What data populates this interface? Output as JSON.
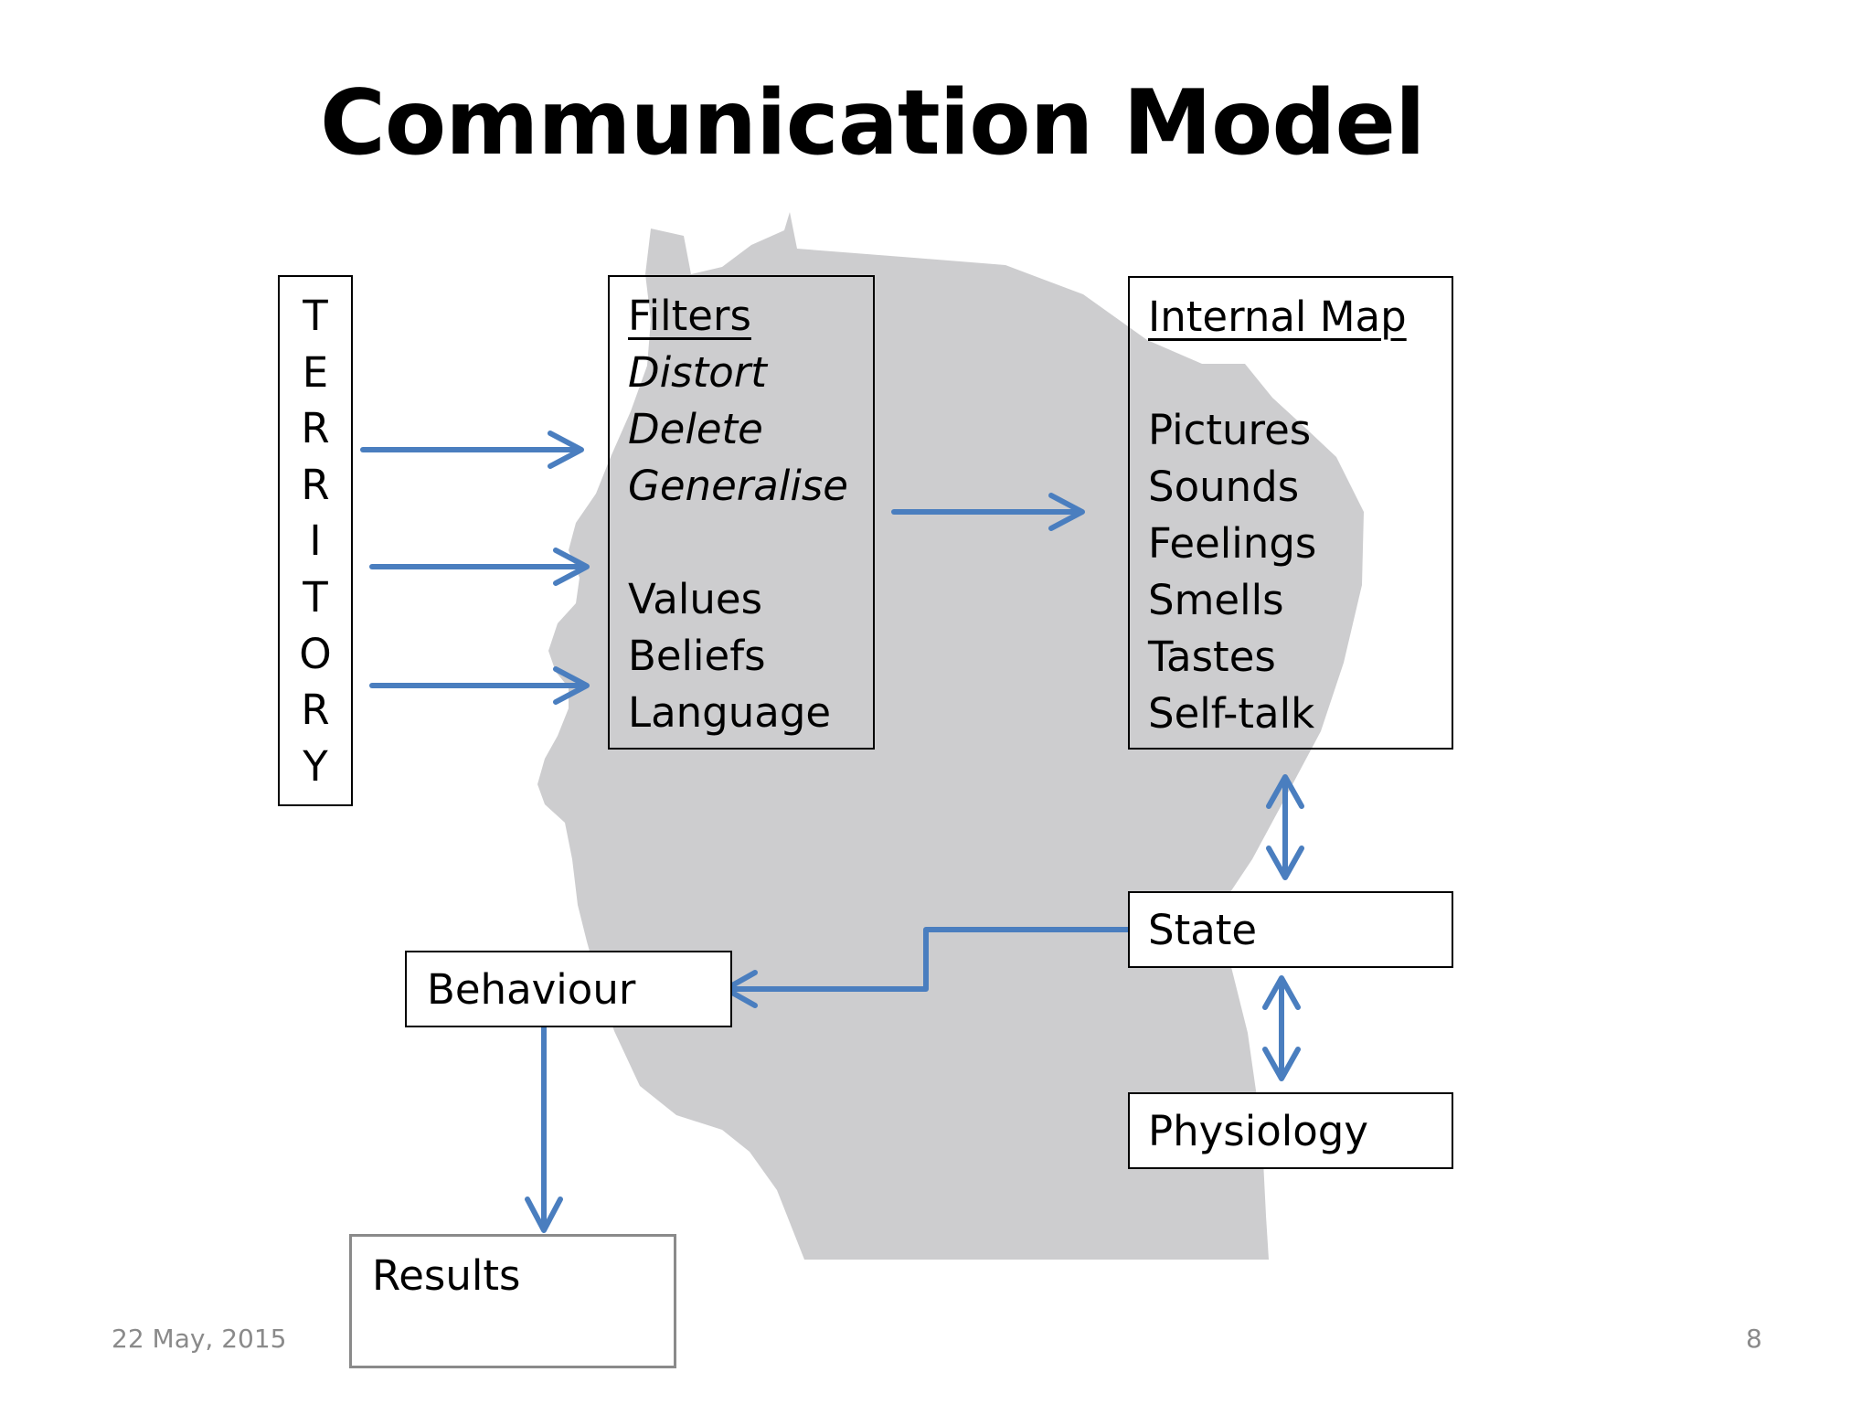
{
  "slide": {
    "title": "Communication Model",
    "date": "22 May, 2015",
    "page_number": "8"
  },
  "territory": {
    "letters": [
      "T",
      "E",
      "R",
      "R",
      "I",
      "T",
      "O",
      "R",
      "Y"
    ]
  },
  "filters": {
    "heading": "Filters",
    "processes": [
      "Distort",
      "Delete",
      "Generalise"
    ],
    "items": [
      "Values",
      "Beliefs",
      "Language"
    ]
  },
  "internal_map": {
    "heading": "Internal Map",
    "items": [
      "Pictures",
      "Sounds",
      "Feelings",
      "Smells",
      "Tastes",
      "Self-talk"
    ]
  },
  "state": {
    "label": "State"
  },
  "physiology": {
    "label": "Physiology"
  },
  "behaviour": {
    "label": "Behaviour"
  },
  "results": {
    "label": "Results"
  },
  "colors": {
    "arrow": "#4a7ebf",
    "silhouette": "#cdcdcf",
    "footer_text": "#8a8a8a"
  },
  "icons": {
    "background": "head-silhouette-icon"
  }
}
